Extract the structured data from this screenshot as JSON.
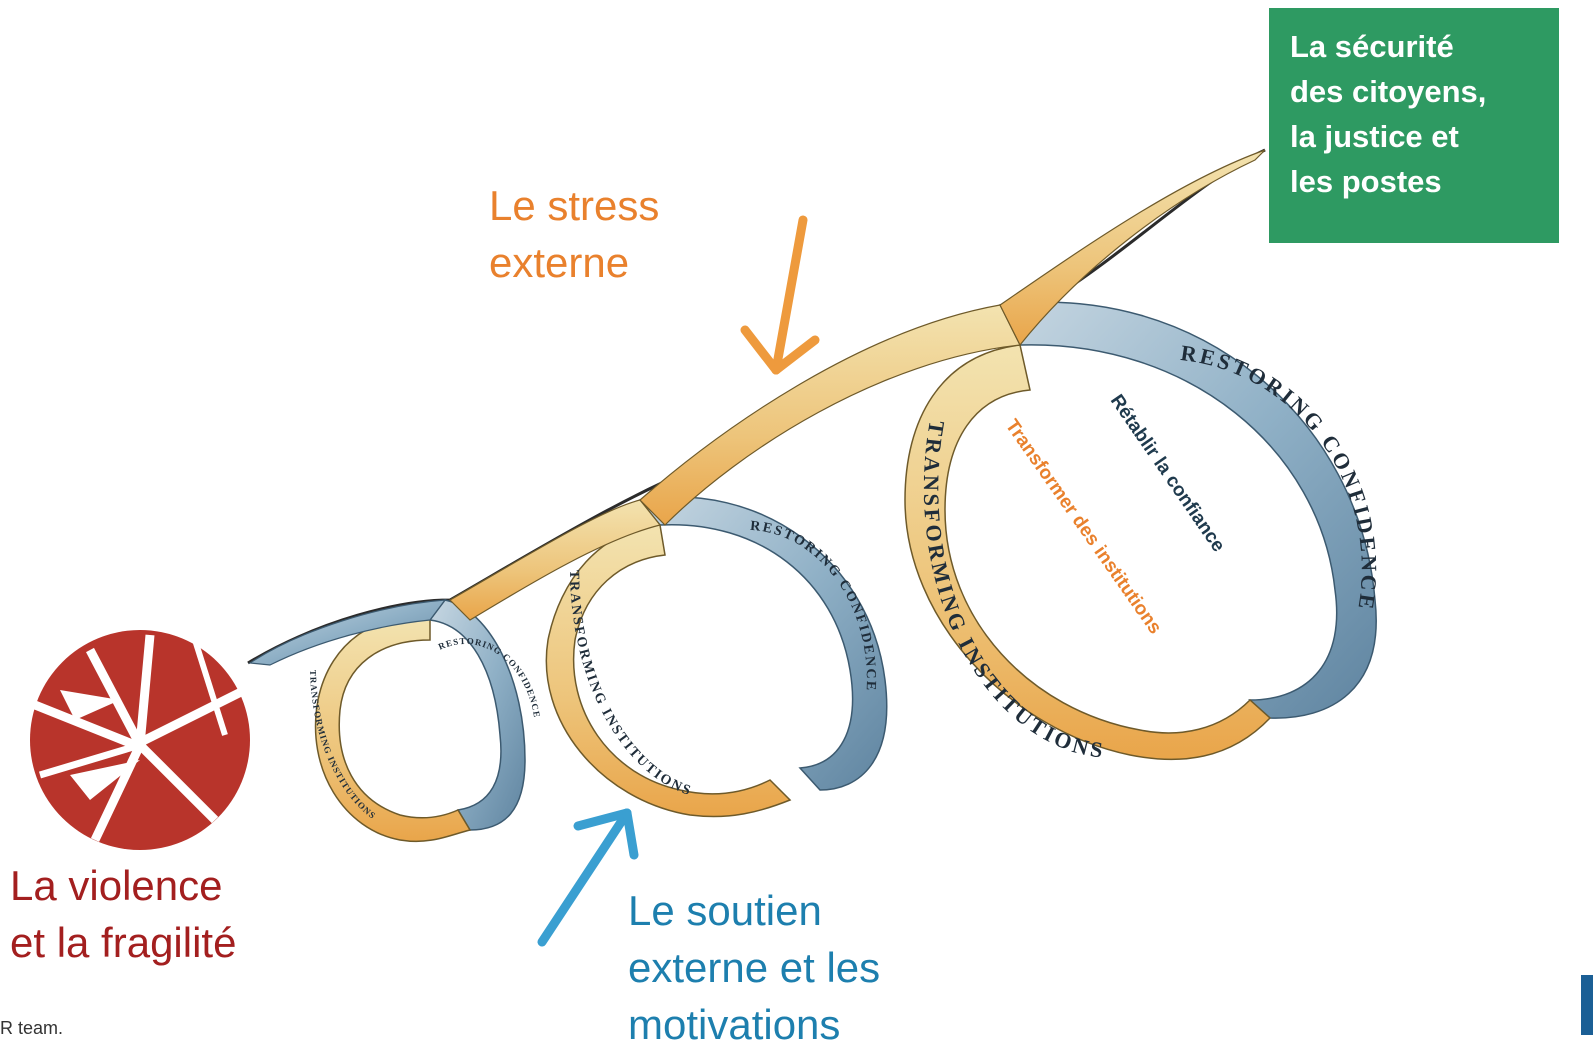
{
  "outcome_box": {
    "lines": [
      "La sécurité",
      "des citoyens,",
      "la justice et",
      "les postes"
    ],
    "color": "#2e9a62"
  },
  "labels": {
    "stress": [
      "Le stress",
      "externe"
    ],
    "violence": [
      "La violence",
      "et la fragilité"
    ],
    "soutien": [
      "Le soutien",
      "externe et les",
      "motivations"
    ]
  },
  "spiral": {
    "outer_band_text": "RESTORING CONFIDENCE",
    "inner_band_text": "TRANSFORMING INSTITUTIONS",
    "inner_label_fr_1": "Rétablir la confiance",
    "inner_label_fr_2": "Transformer des institutions"
  },
  "footnote": "R team.",
  "colors": {
    "stress": "#e9812d",
    "violence": "#a31f1f",
    "soutien": "#1d7fae",
    "ribbon_blue": "#8aa9bf",
    "ribbon_gold": "#e8c27a"
  }
}
